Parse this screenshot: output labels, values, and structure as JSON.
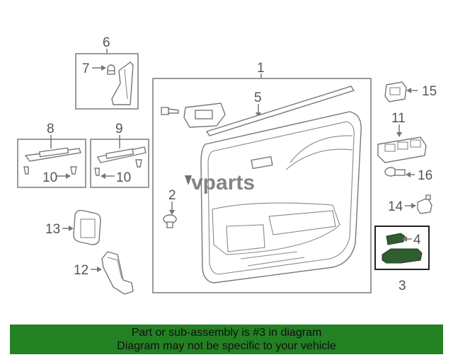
{
  "diagram": {
    "watermark": "vparts",
    "callouts": {
      "c1": "1",
      "c2": "2",
      "c3": "3",
      "c4": "4",
      "c5": "5",
      "c6": "6",
      "c7": "7",
      "c8": "8",
      "c9": "9",
      "c10a": "10",
      "c10b": "10",
      "c11": "11",
      "c12": "12",
      "c13": "13",
      "c14": "14",
      "c15": "15",
      "c16": "16"
    },
    "highlight_color": "#2f5e2f"
  },
  "banner": {
    "line1": "Part or sub-assembly is #3 in diagram",
    "line2": "Diagram may not be specific to your vehicle",
    "color": "#238023"
  }
}
